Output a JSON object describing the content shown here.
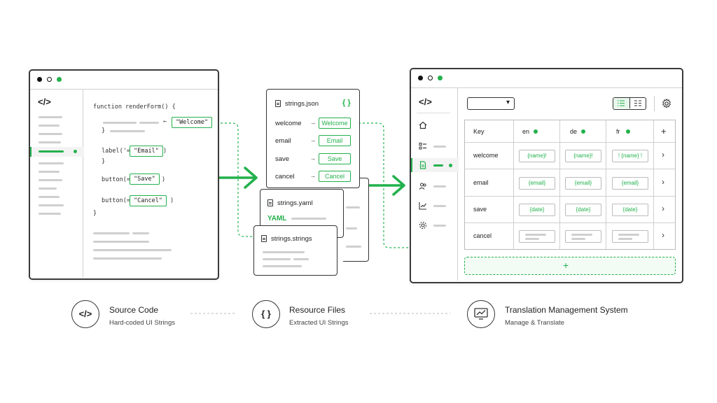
{
  "colors": {
    "accent": "#22b14c",
    "stroke": "#3a3a3a",
    "muted": "#cfcfcf"
  },
  "source_window": {
    "logo_icon": "code-brackets-icon",
    "logo_text": "</>",
    "code": {
      "line1": "function renderForm() {",
      "welcome_string": "\"Welcome\"",
      "welcome_arrow": "←",
      "close_brace": "}",
      "label_open": "label('=",
      "email_string": "\"Email\"",
      "label_close": ")",
      "button_open1": "button(=",
      "save_string": "\"Save\"",
      "button_close1": ")",
      "button_open2": "button(=",
      "cancel_string": "\"Cancel\"",
      "button_close2": ")",
      "end_brace": "}"
    }
  },
  "resource_files": {
    "json_card": {
      "title": "strings.json",
      "badge": "{ }",
      "rows": [
        {
          "key": "welcome",
          "arrow": "→",
          "value": "Welcome"
        },
        {
          "key": "email",
          "arrow": "→",
          "value": "Email"
        },
        {
          "key": "save",
          "arrow": "→",
          "value": "Save"
        },
        {
          "key": "cancel",
          "arrow": "→",
          "value": "Cancel"
        }
      ]
    },
    "yaml_card": {
      "title": "strings.yaml",
      "badge": "YAML"
    },
    "strings_card": {
      "title": "strings.strings"
    }
  },
  "tms_window": {
    "logo_text": "</>",
    "dropdown_caret": "▾",
    "sidebar_icons": [
      "home-icon",
      "list-icon",
      "document-icon",
      "users-icon",
      "chart-icon",
      "gear-icon"
    ],
    "table": {
      "key_header": "Key",
      "languages": [
        "en",
        "de",
        "fr"
      ],
      "add_column": "+",
      "rows": [
        {
          "key": "welcome",
          "cells": [
            "{name}!",
            "{name}!",
            "! {name} !"
          ]
        },
        {
          "key": "email",
          "cells": [
            "{email}",
            "{email}",
            "{email}"
          ]
        },
        {
          "key": "save",
          "cells": [
            "{date}",
            "{date}",
            "{date}"
          ]
        },
        {
          "key": "cancel",
          "cells": [
            "",
            "",
            ""
          ]
        }
      ],
      "row_chevron": "›",
      "add_row": "+"
    }
  },
  "legend": [
    {
      "icon": "code-brackets-icon",
      "glyph": "</>",
      "title": "Source Code",
      "subtitle": "Hard-coded UI Strings"
    },
    {
      "icon": "braces-icon",
      "glyph": "{ }",
      "title": "Resource Files",
      "subtitle": "Extracted UI Strings"
    },
    {
      "icon": "chart-monitor-icon",
      "glyph": "",
      "title": "Translation Management System",
      "subtitle": "Manage & Translate"
    }
  ]
}
